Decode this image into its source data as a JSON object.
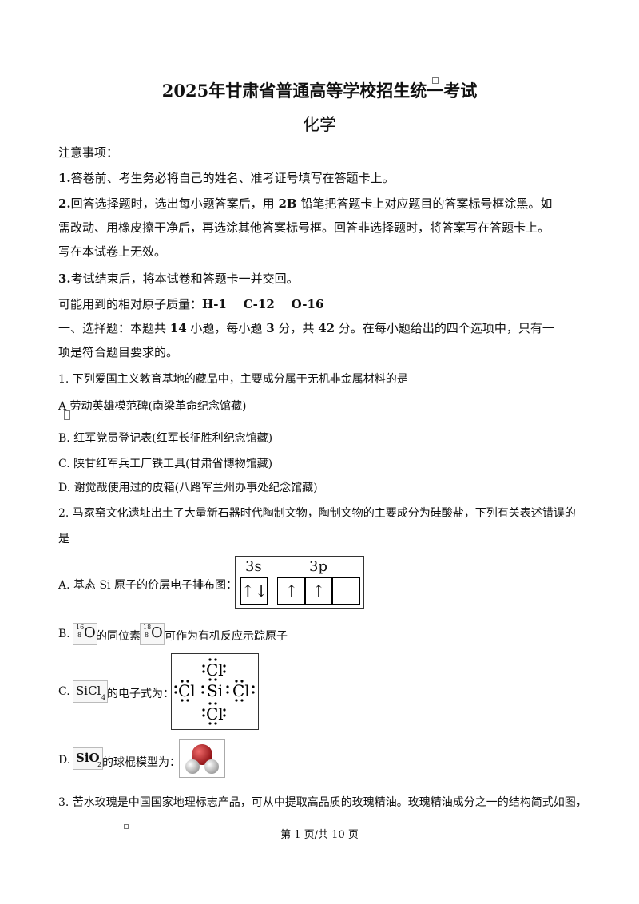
{
  "title": "2025年甘肃省普通高等学校招生统一考试",
  "subject": "化学",
  "notice_heading": "注意事项：",
  "notices": [
    {
      "num": "1.",
      "text": "答卷前、考生务必将自己的姓名、准考证号填写在答题卡上。"
    },
    {
      "num": "2.",
      "text_a": "回答选择题时，选出每小题答案后，用 ",
      "bold": "2B",
      "text_b": " 铅笔把答题卡上对应题目的答案标号框涂黑。如",
      "line2": "需改动、用橡皮擦干净后，再选涂其他答案标号框。回答非选择题时，将答案写在答题卡上。",
      "line3": "写在本试卷上无效。"
    },
    {
      "num": "3.",
      "text": "考试结束后，将本试卷和答题卡一并交回。"
    }
  ],
  "atomic_mass": {
    "label": "可能用到的相对原子质量：",
    "values": "H-1    C-12    O-16"
  },
  "section1": {
    "a": "一、选择题：本题共 ",
    "n1": "14",
    "b": " 小题，每小题 ",
    "n2": "3",
    "c": " 分，共 ",
    "n3": "42",
    "d": " 分。在每小题给出的四个选项中，只有一",
    "line2": "项是符合题目要求的。"
  },
  "q1": {
    "stem": "1. 下列爱国主义教育基地的藏品中，主要成分属于无机非金属材料的是",
    "options": [
      "A  劳动英雄模范碑(南梁革命纪念馆藏)",
      "B. 红军党员登记表(红军长征胜利纪念馆藏)",
      "C. 陕甘红军兵工厂铁工具(甘肃省博物馆藏)",
      "D. 谢觉哉使用过的皮箱(八路军兰州办事处纪念馆藏)"
    ]
  },
  "q2": {
    "stem_line1": "2. 马家窑文化遗址出土了大量新石器时代陶制文物，陶制文物的主要成分为硅酸盐，下列有关表述错误的",
    "stem_line2": "是",
    "opt_a": "A. 基态  Si 原子的价层电子排布图：",
    "orbital_3s": "3s",
    "orbital_3p": "3p",
    "arrow_pair": "↑↓",
    "arrow_up": "↑",
    "opt_b_prefix": "B.",
    "opt_b_mid": "的同位素",
    "opt_b_suffix": "可作为有机反应示踪原子",
    "iso1": {
      "mass": "16",
      "z": "8",
      "sym": "O"
    },
    "iso2": {
      "mass": "18",
      "z": "8",
      "sym": "O"
    },
    "opt_c_prefix": "C.",
    "opt_c_formula": "SiCl",
    "opt_c_sub": "4",
    "opt_c_suffix": "的电子式为：",
    "lewis": {
      "cl": "Cl",
      "si": "Si",
      "colon": ":"
    },
    "opt_d_prefix": "D.",
    "opt_d_formula": "SiO",
    "opt_d_sub": "2",
    "opt_d_suffix": "的球棍模型为："
  },
  "q3": {
    "stem": "3. 苦水玫瑰是中国国家地理标志产品，可从中提取高品质的玫瑰精油。玫瑰精油成分之一的结构简式如图，"
  },
  "footer": "第  1 页/共  10 页",
  "colors": {
    "oxygen": "#c0141b",
    "hydrogen": "#e6e6e6"
  }
}
